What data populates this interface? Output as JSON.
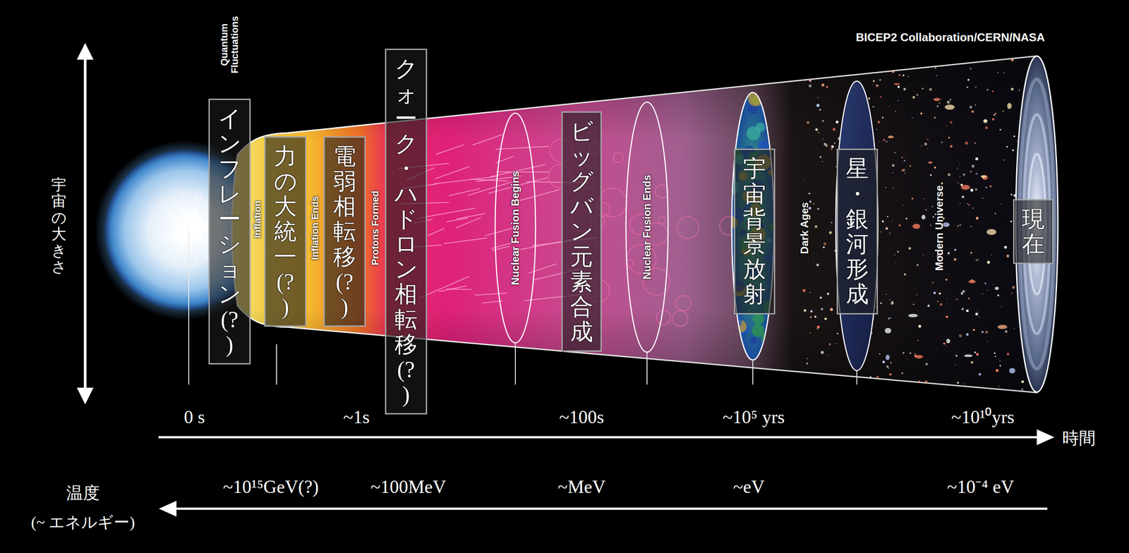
{
  "diagram": {
    "nodes": [
      {
        "text": [
          "インフレーション(?)"
        ]
      },
      {
        "text": [
          "力の大統一(?)"
        ]
      },
      {
        "text": [
          "電弱相転移(?)"
        ]
      },
      {
        "text": [
          "クォーク・ハドロン相転移(?)"
        ]
      },
      {
        "text": [
          "ビッグバン元素合成"
        ]
      },
      {
        "text": [
          "宇宙背景放射"
        ]
      },
      {
        "text": [
          "星・銀河形成"
        ]
      },
      {
        "text": [
          "現在"
        ]
      }
    ],
    "labels": [
      "BICEP2 Collaboration/CERN/NASA",
      "宇宙の大きさ",
      "Quantum Fluctuations",
      "Inflation",
      "Inflation Ends",
      "Protons Formed",
      "Nuclear Fusion Begins",
      "Nuclear Fusion Ends",
      "Dark Ages",
      "Modern Universe",
      "0 s",
      "~1s",
      "~100s",
      "~10⁵ yrs",
      "~10¹⁰yrs",
      "時間",
      "~10¹⁵GeV(?)",
      "~100MeV",
      "~MeV",
      "~eV",
      "~10⁻⁴ eV",
      "温度",
      "(~ エネルギー)"
    ]
  }
}
